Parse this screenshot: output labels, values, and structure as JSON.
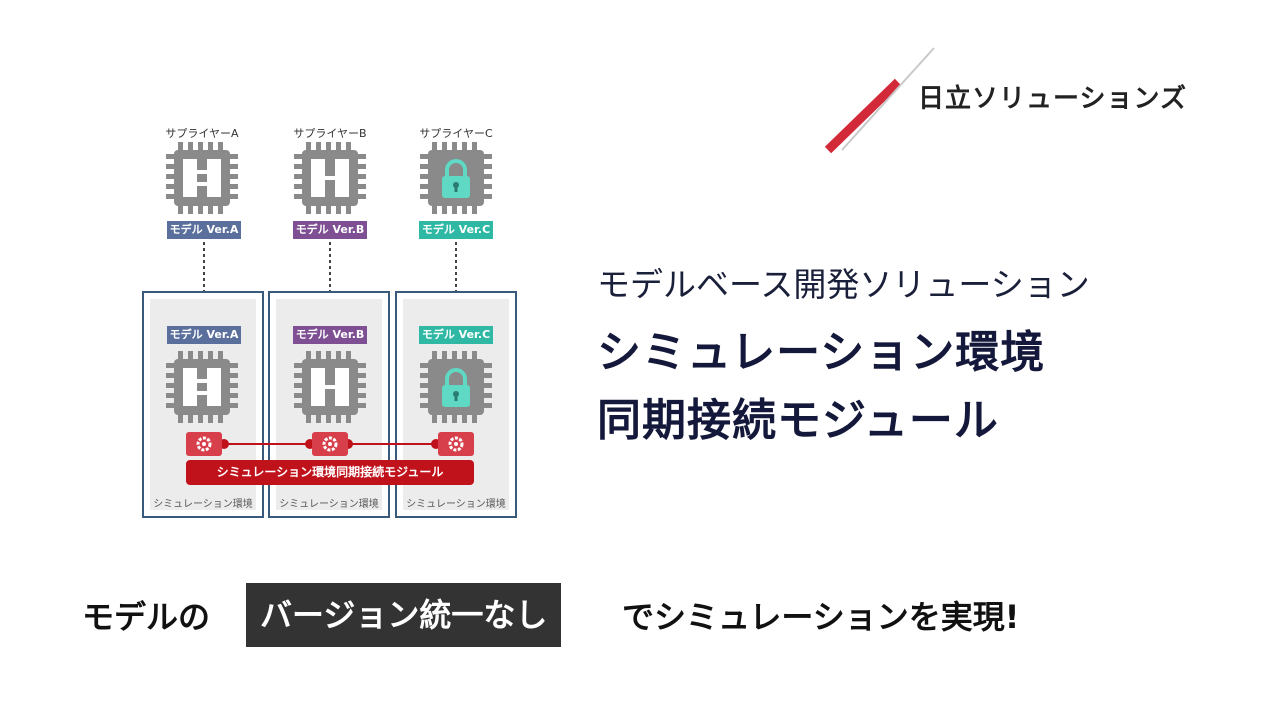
{
  "logo": {
    "text": "日立ソリューションズ",
    "accent_color": "#d32a3a"
  },
  "diagram": {
    "suppliers": [
      {
        "label": "サプライヤーA",
        "model": "モデル Ver.A",
        "locked": false,
        "color": "#5b6f9c"
      },
      {
        "label": "サプライヤーB",
        "model": "モデル Ver.B",
        "locked": false,
        "color": "#7e4f92"
      },
      {
        "label": "サプライヤーC",
        "model": "モデル Ver.C",
        "locked": true,
        "color": "#2fb9a4"
      }
    ],
    "environment_label": "シミュレーション環境",
    "module_label": "シミュレーション環境同期接続モジュール"
  },
  "heading": {
    "subtitle": "モデルベース開発ソリューション",
    "title_line1": "シミュレーション環境",
    "title_line2": "同期接続モジュール"
  },
  "caption": {
    "prefix": "モデルの",
    "highlight": "バージョン統一なし",
    "suffix": "でシミュレーションを実現!"
  }
}
